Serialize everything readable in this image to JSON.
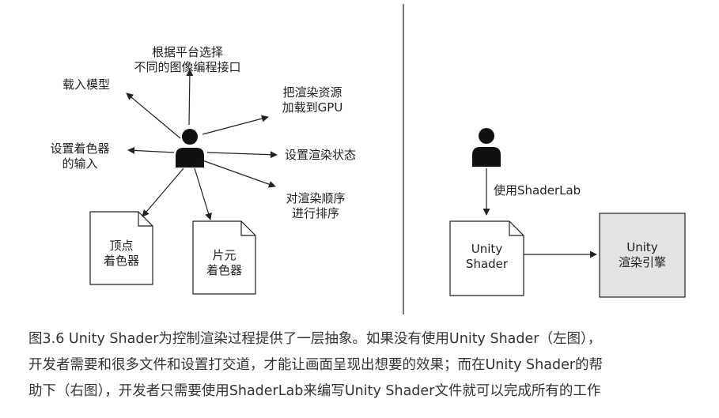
{
  "left_diagram": {
    "labels": {
      "model": "载入模型",
      "graphics_api": "根据平台选择\n不同的图像编程接口",
      "resources": "把渲染资源\n加载到GPU",
      "shader_input": "设置着色器\n的输入",
      "render_state": "设置渲染状态",
      "render_order": "对渲染顺序\n进行排序",
      "vertex_shader": "顶点\n着色器",
      "fragment_shader": "片元\n着色器"
    }
  },
  "right_diagram": {
    "arrow_label": "使用ShaderLab",
    "unity_shader": "Unity\nShader",
    "engine": "Unity\n渲染引擎"
  },
  "caption": {
    "line1": "图3.6 Unity Shader为控制渲染过程提供了一层抽象。如果没有使用Unity Shader（左图），",
    "line2": "开发者需要和很多文件和设置打交道，才能让画面呈现出想要的效果；而在Unity Shader的帮",
    "line3": "助下（右图），开发者只需要使用ShaderLab来编写Unity Shader文件就可以完成所有的工作"
  },
  "colors": {
    "engine_fill": "#e3e3e3",
    "line": "#222222"
  }
}
